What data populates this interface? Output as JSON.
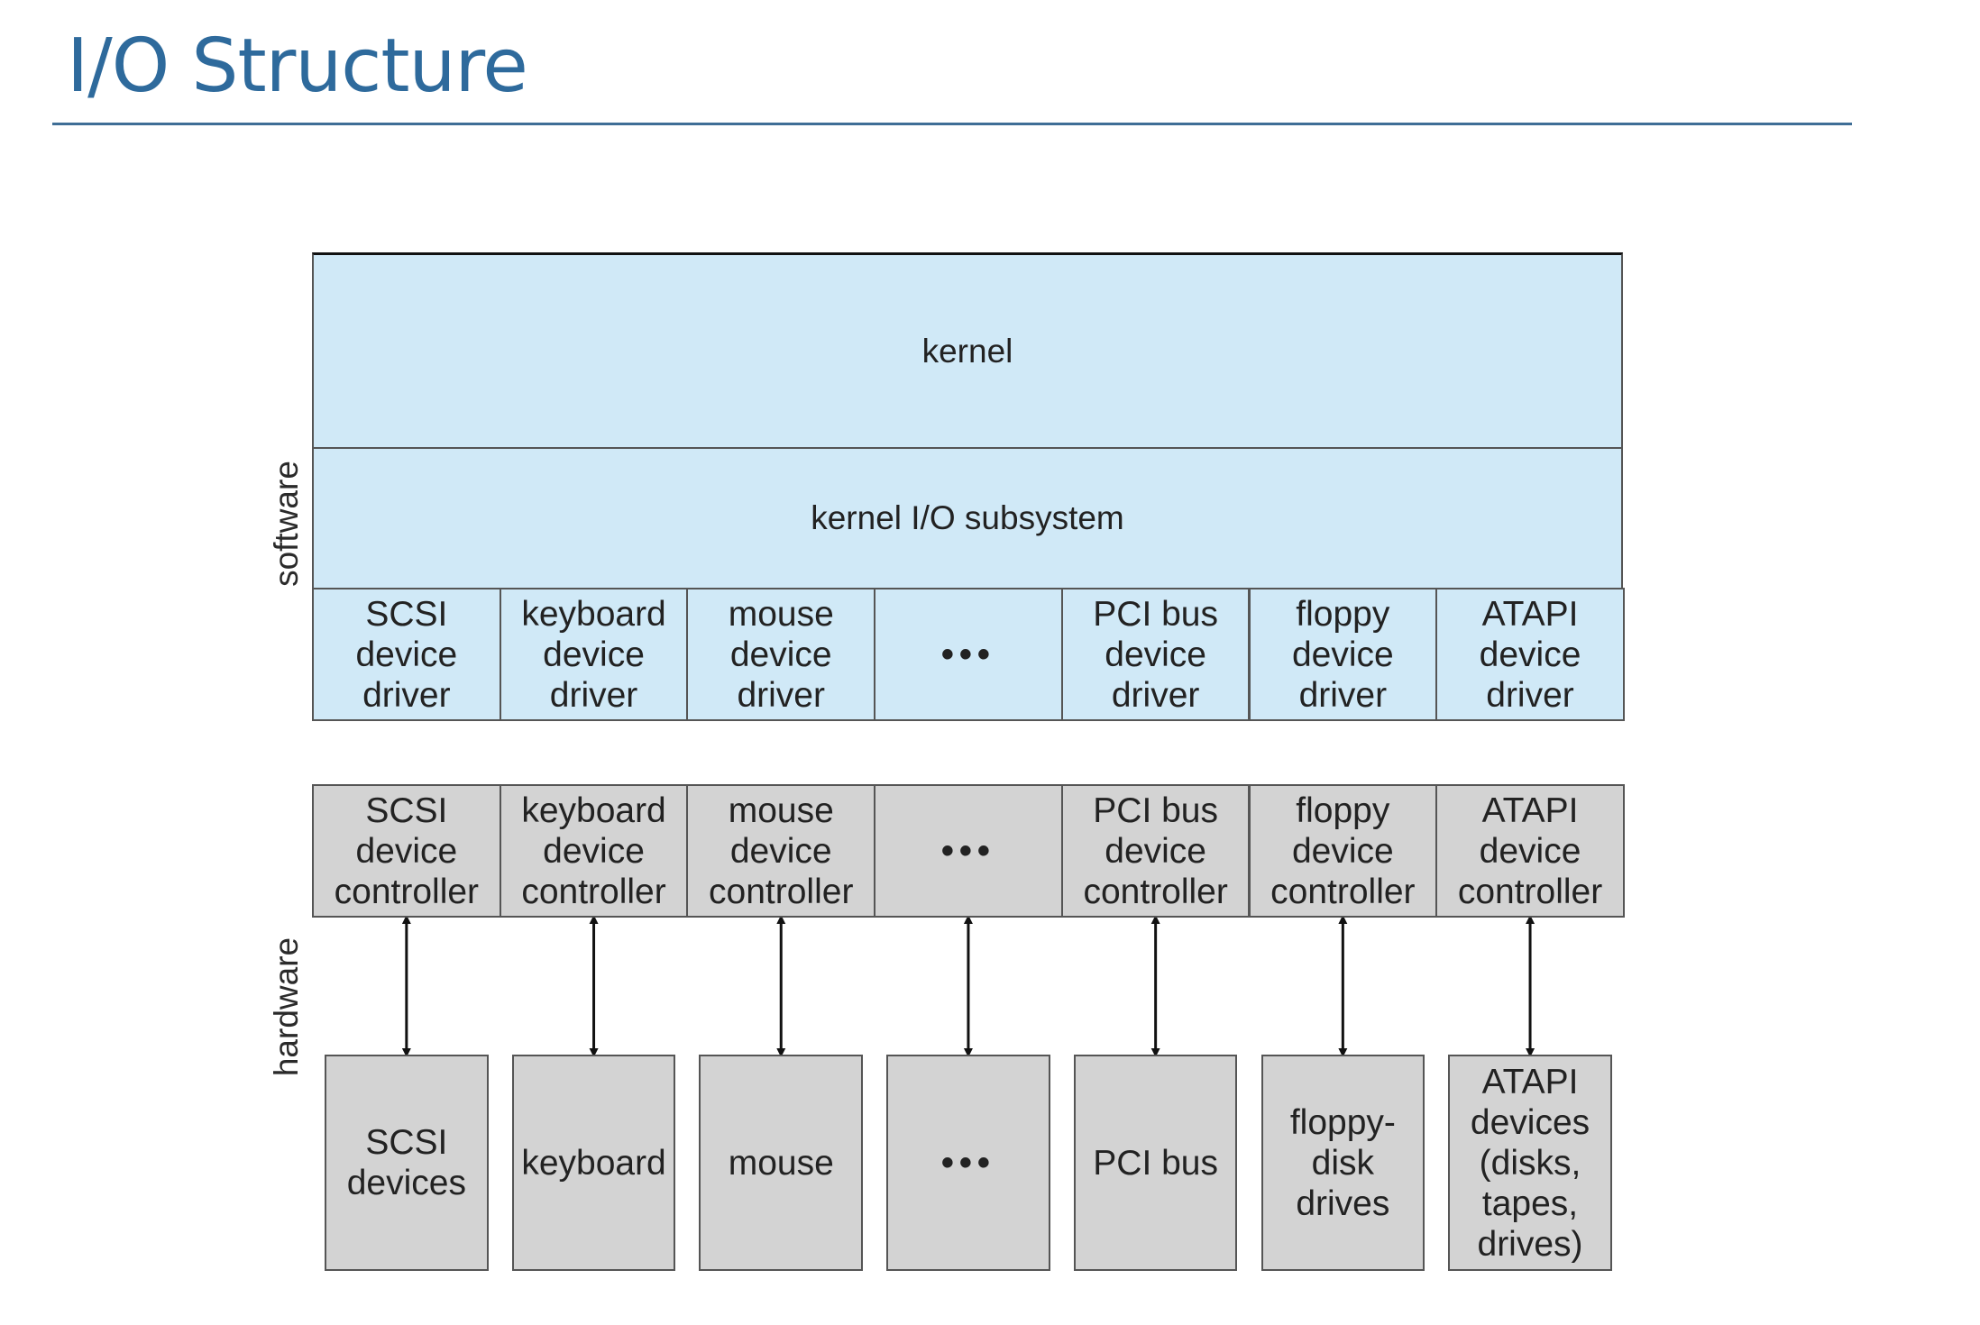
{
  "title": "I/O Structure",
  "side_labels": {
    "software": "software",
    "hardware": "hardware"
  },
  "layers": {
    "kernel": "kernel",
    "io_subsystem": "kernel I/O subsystem"
  },
  "columns": [
    {
      "driver": "SCSI\ndevice\ndriver",
      "controller": "SCSI\ndevice\ncontroller",
      "device": "SCSI\ndevices"
    },
    {
      "driver": "keyboard\ndevice\ndriver",
      "controller": "keyboard\ndevice\ncontroller",
      "device": "keyboard"
    },
    {
      "driver": "mouse\ndevice\ndriver",
      "controller": "mouse\ndevice\ncontroller",
      "device": "mouse"
    },
    {
      "driver": "•••",
      "controller": "•••",
      "device": "•••"
    },
    {
      "driver": "PCI bus\ndevice\ndriver",
      "controller": "PCI bus\ndevice\ncontroller",
      "device": "PCI bus"
    },
    {
      "driver": "floppy\ndevice\ndriver",
      "controller": "floppy\ndevice\ncontroller",
      "device": "floppy-\ndisk\ndrives"
    },
    {
      "driver": "ATAPI\ndevice\ndriver",
      "controller": "ATAPI\ndevice\ncontroller",
      "device": "ATAPI\ndevices\n(disks,\ntapes,\ndrives)"
    }
  ],
  "colors": {
    "software_fill": "#d0e9f7",
    "hardware_fill": "#d3d3d3",
    "title": "#2e6a9c"
  }
}
